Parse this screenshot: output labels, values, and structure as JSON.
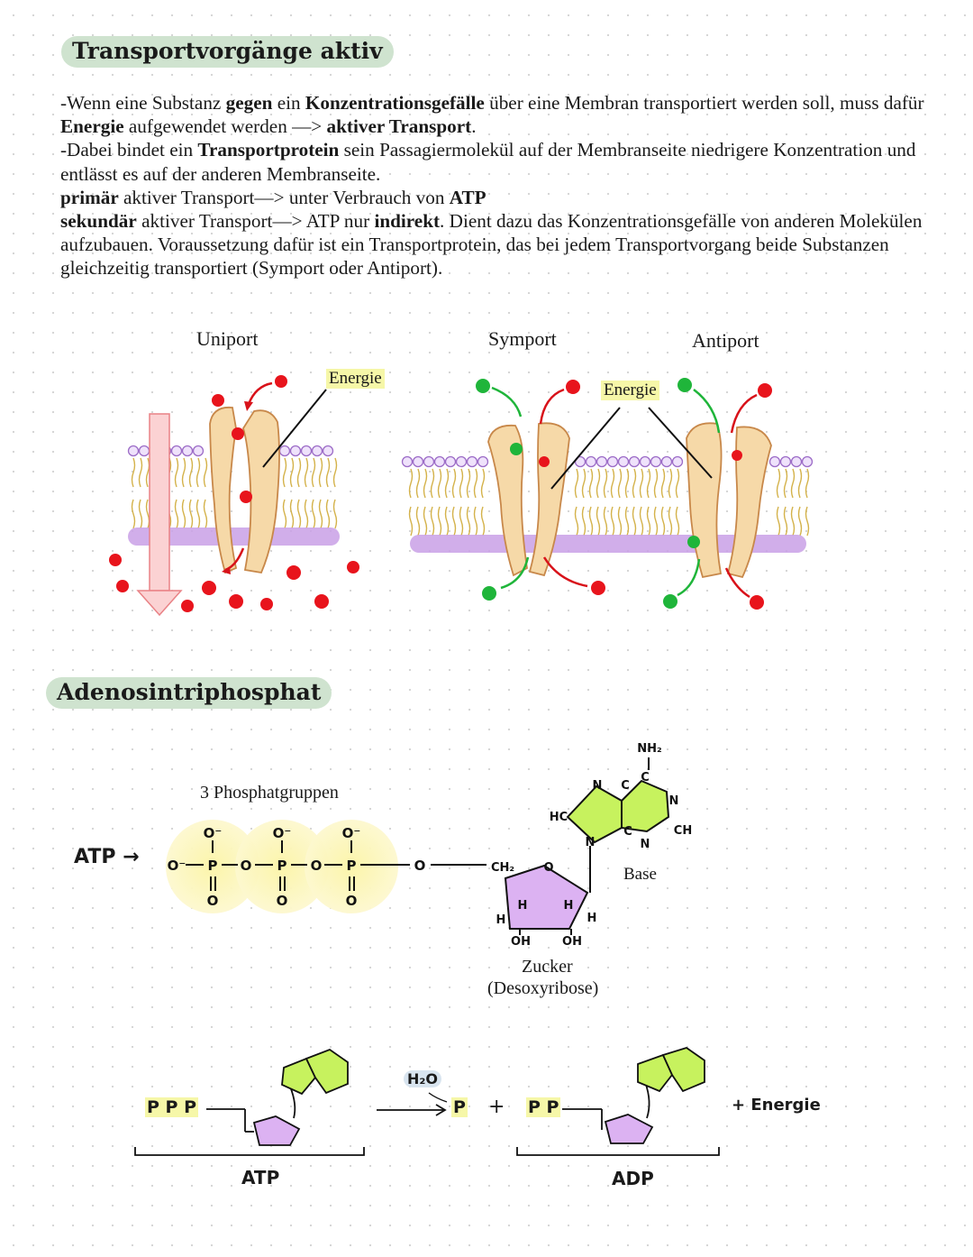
{
  "section1": {
    "title": "Transportvorgänge aktiv",
    "paragraph": [
      [
        [
          "-Wenn eine Substanz ",
          false
        ],
        [
          "gegen",
          true
        ],
        [
          " ein ",
          false
        ],
        [
          "Konzentrationsgefälle",
          true
        ],
        [
          " über eine Membran transportiert werden soll, muss dafür ",
          false
        ],
        [
          "Energie",
          true
        ],
        [
          " aufgewendet werden —> ",
          false
        ],
        [
          "aktiver Transport",
          true
        ],
        [
          ".",
          false
        ]
      ],
      [
        [
          "-Dabei bindet ein ",
          false
        ],
        [
          "Transportprotein",
          true
        ],
        [
          " sein Passagiermolekül auf der Membranseite niedrigere Konzentration und entlässt es auf der anderen Membranseite.",
          false
        ]
      ],
      [
        [
          "primär",
          true
        ],
        [
          " aktiver Transport—> unter Verbrauch von ",
          false
        ],
        [
          "ATP",
          true
        ]
      ],
      [
        [
          "sekundär",
          true
        ],
        [
          " aktiver Transport—> ATP nur ",
          false
        ],
        [
          "indirekt",
          true
        ],
        [
          ". Dient dazu das Konzentrationsgefälle von anderen Molekülen aufzubauen. Voraussetzung dafür ist ein Transportprotein, das bei jedem Transportvorgang beide Substanzen gleichzeitig transportiert (Symport oder Antiport).",
          false
        ]
      ]
    ]
  },
  "diagram1": {
    "uniport_label": "Uniport",
    "symport_label": "Symport",
    "antiport_label": "Antiport",
    "energie_label_1": "Energie",
    "energie_label_2": "Energie"
  },
  "section2": {
    "title": "Adenosintriphosphat",
    "phosphate_label": "3 Phosphatgruppen",
    "atp_arrow_label": "ATP →",
    "chem": {
      "o_minus": "O⁻",
      "o_single": "O",
      "p": "P",
      "ch2": "CH₂",
      "h": "H",
      "oh": "OH",
      "nh2": "NH₂",
      "n": "N",
      "c": "C",
      "hc": "HC",
      "ch": "CH"
    },
    "base_label": "Base",
    "sugar_label": "Zucker",
    "sugar_sublabel": "(Desoxyribose)"
  },
  "reaction": {
    "atp_ppp": "P P P",
    "atp_label": "ATP",
    "water": "H₂O",
    "p_product": "P",
    "plus": "+",
    "adp_pp": "P P",
    "adp_label": "ADP",
    "energy": "+ Energie"
  },
  "colors": {
    "heading_bg": "#cfe3cf",
    "protein": "#f6d9a8",
    "protein_outline": "#c8884a",
    "membrane_head": "#c9a0e6",
    "lipid_tail": "#d4b24a",
    "red_molecule": "#e8141c",
    "green_molecule": "#1fb53a",
    "highlight_yellow": "#f6f7a8",
    "phosphate_glow": "#fbf6b8",
    "base_green": "#c7f25e",
    "sugar_purple": "#dcb2f2",
    "arrow_pink": "#f7b5b8"
  }
}
